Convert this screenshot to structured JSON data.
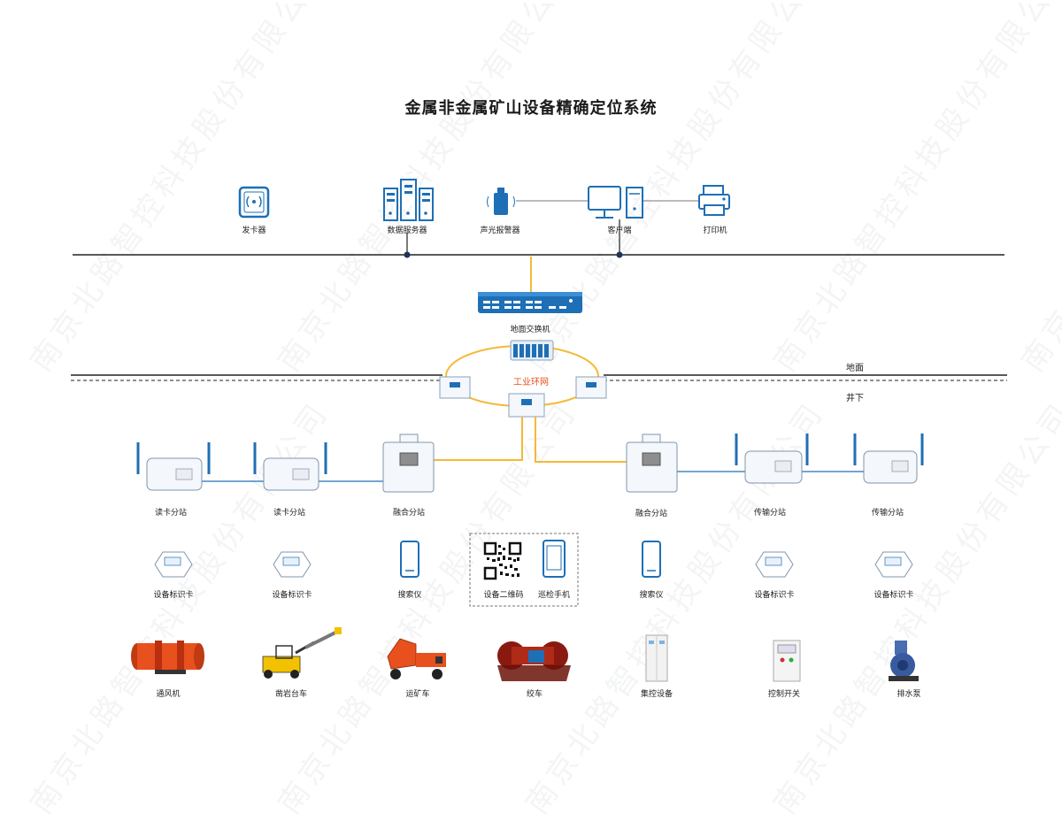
{
  "title": "金属非金属矿山设备精确定位系统",
  "watermark_text": "南京北路智控科技股份有限公司",
  "zones": {
    "surface": "地面",
    "underground": "井下"
  },
  "ring_label": "工业环网",
  "surface_devices": {
    "card_issuer": "发卡器",
    "data_server": "数据服务器",
    "alarm": "声光报警器",
    "client": "客户端",
    "printer": "打印机",
    "switch": "地面交换机"
  },
  "stations": [
    "读卡分站",
    "读卡分站",
    "融合分站",
    "融合分站",
    "传输分站",
    "传输分站"
  ],
  "cards": [
    "设备标识卡",
    "设备标识卡",
    "搜索仪",
    "设备二维码",
    "巡检手机",
    "搜索仪",
    "设备标识卡",
    "设备标识卡"
  ],
  "equipment": [
    "通风机",
    "凿岩台车",
    "运矿车",
    "绞车",
    "集控设备",
    "控制开关",
    "排水泵"
  ],
  "colors": {
    "ring": "#f5b936",
    "link": "#f5b936",
    "blue": "#1e6fb6",
    "accent": "#e8501e",
    "wire": "#555555"
  }
}
